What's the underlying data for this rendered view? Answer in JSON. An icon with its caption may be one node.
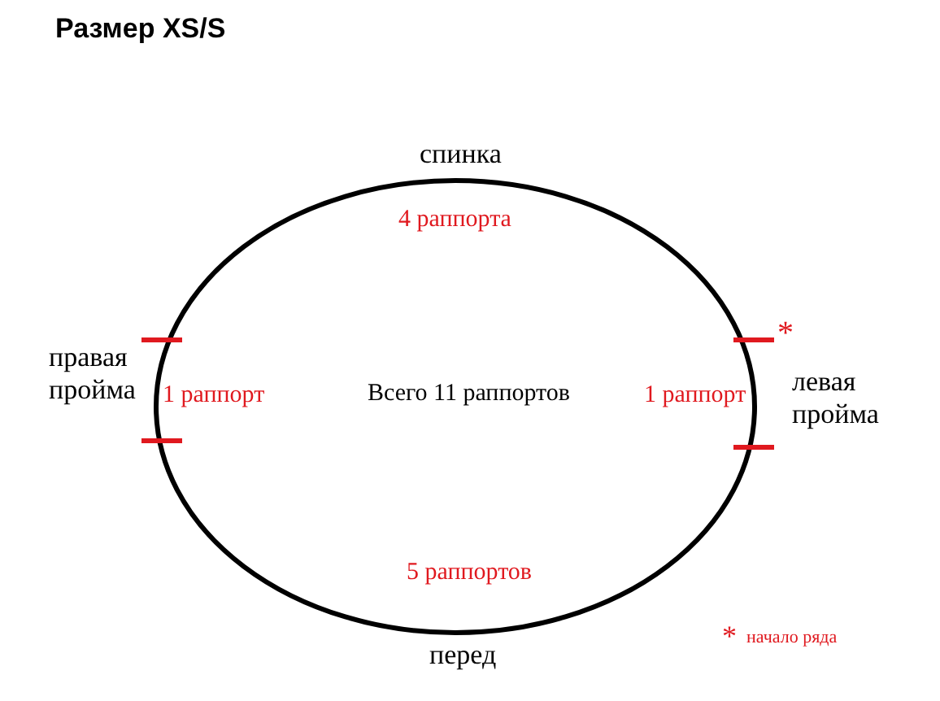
{
  "diagram": {
    "title": "Размер XS/S",
    "labels": [
      "спинка",
      "4 раппорта",
      "*",
      "правая пройма",
      "1 раппорт",
      "Всего 11 раппортов",
      "1 раппорт",
      "левая пройма",
      "5 раппортов",
      "*",
      "начало ряда",
      "перед"
    ]
  }
}
